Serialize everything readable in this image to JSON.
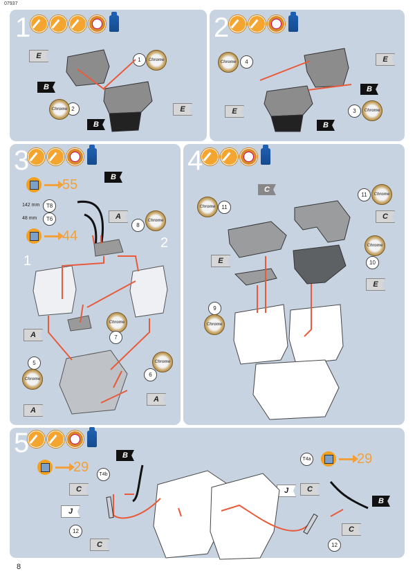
{
  "header": {
    "code": "07937"
  },
  "page_number": "8",
  "steps": [
    {
      "number": "1",
      "chrome": "Chrome",
      "parts": [
        "1",
        "2"
      ],
      "flags": [
        "E",
        "B",
        "E",
        "B"
      ]
    },
    {
      "number": "2",
      "chrome": "Chrome",
      "parts": [
        "4",
        "3"
      ],
      "flags": [
        "E",
        "E",
        "B",
        "B"
      ]
    },
    {
      "number": "3",
      "chrome": "Chrome",
      "parts": [
        "8",
        "7",
        "5",
        "6"
      ],
      "labels": [
        "1",
        "2"
      ],
      "flags": [
        "B",
        "A",
        "A",
        "A",
        "A"
      ],
      "wire_refs": [
        "T8",
        "T6"
      ],
      "wire_lengths": [
        "142 mm",
        "48 mm"
      ],
      "color_codes": [
        "55",
        "44"
      ]
    },
    {
      "number": "4",
      "chrome": "Chrome",
      "parts": [
        "11",
        "11",
        "10",
        "9"
      ],
      "flags": [
        "C",
        "C",
        "E",
        "E"
      ]
    },
    {
      "number": "5",
      "parts": [
        "12",
        "12"
      ],
      "wire_refs": [
        "T4b",
        "T4a"
      ],
      "flags": [
        "B",
        "B",
        "C",
        "C",
        "C",
        "C",
        "J",
        "J"
      ],
      "color_codes": [
        "29",
        "29"
      ]
    }
  ],
  "icons": [
    "brush-icon",
    "brush-icon",
    "glue-icon",
    "clock-icon",
    "paint-bottle-icon"
  ]
}
